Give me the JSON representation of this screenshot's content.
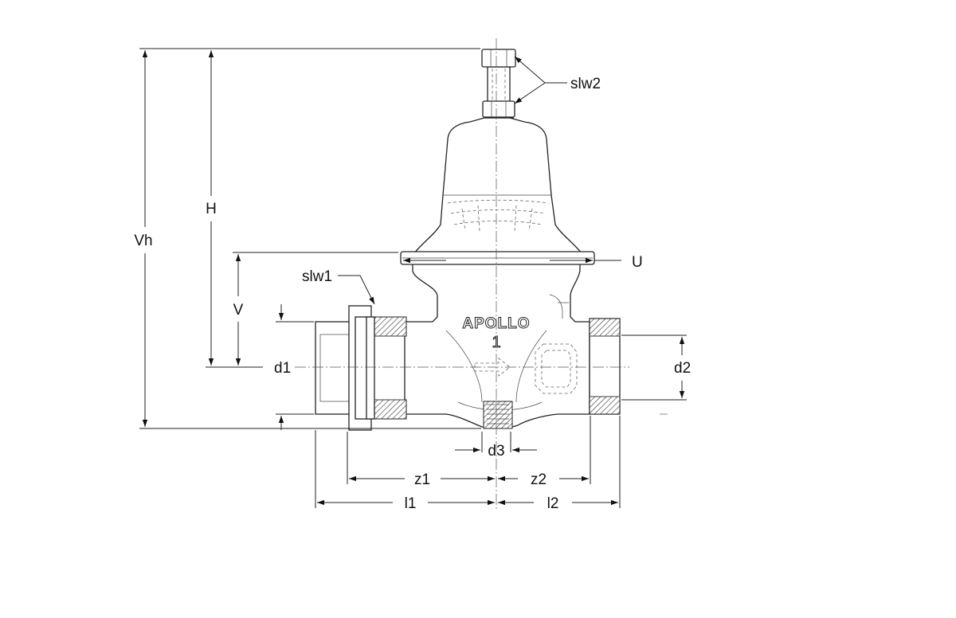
{
  "diagram": {
    "brand_text": "APOLLO",
    "size_mark": "1",
    "labels": {
      "slw2": "slw2",
      "slw1": "slw1",
      "H": "H",
      "Vh": "Vh",
      "V": "V",
      "U": "U",
      "d1": "d1",
      "d2": "d2",
      "d3": "d3",
      "z1": "z1",
      "z2": "z2",
      "l1": "l1",
      "l2": "l2"
    }
  }
}
